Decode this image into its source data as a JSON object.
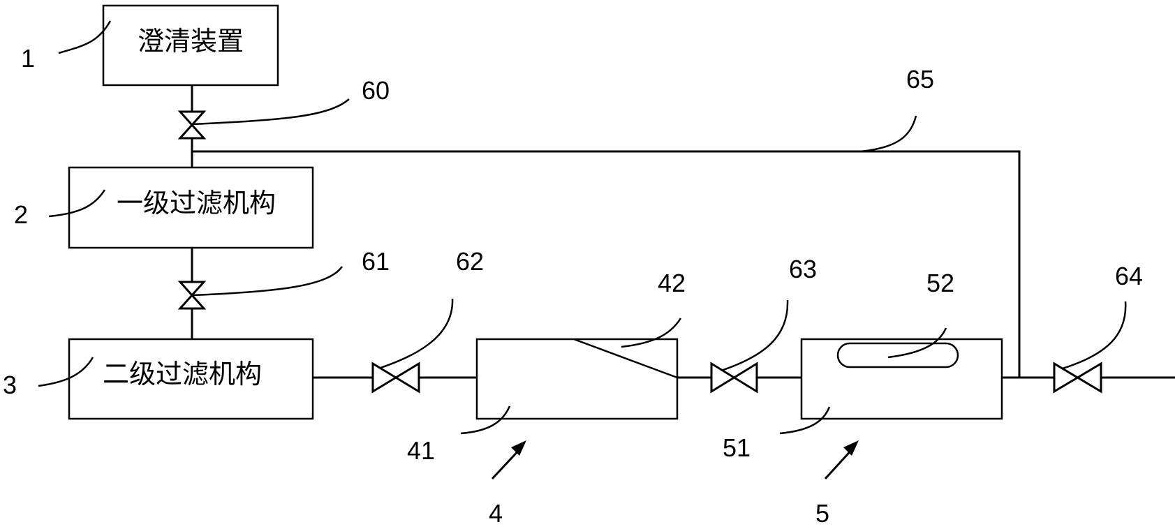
{
  "boxes": {
    "clarifier": "澄清装置",
    "primary_filter": "一级过滤机构",
    "secondary_filter": "二级过滤机构"
  },
  "labels": {
    "n1": "1",
    "n2": "2",
    "n3": "3",
    "n4": "4",
    "n5": "5",
    "n41": "41",
    "n42": "42",
    "n51": "51",
    "n52": "52",
    "n60": "60",
    "n61": "61",
    "n62": "62",
    "n63": "63",
    "n64": "64",
    "n65": "65"
  }
}
